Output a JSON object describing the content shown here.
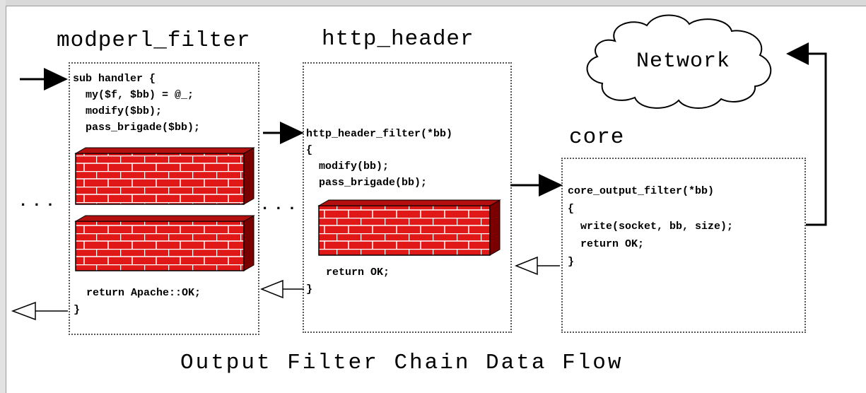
{
  "filters": {
    "modperl": {
      "title": "modperl_filter",
      "code": "sub handler {\n  my($f, $bb) = @_;\n  modify($bb);\n  pass_brigade($bb);",
      "return_line": "  return Apache::OK;",
      "close_brace": "}"
    },
    "http_header": {
      "title": "http_header",
      "code": "http_header_filter(*bb)\n{\n  modify(bb);\n  pass_brigade(bb);",
      "return_line": "return OK;",
      "close_brace": "}"
    },
    "core": {
      "title": "core",
      "code": "core_output_filter(*bb)\n{\n  write(socket, bb, size);\n  return OK;\n}"
    }
  },
  "network": {
    "label": "Network"
  },
  "ellipsis_left": "...",
  "ellipsis_mid": "...",
  "caption": "Output Filter Chain Data Flow",
  "colors": {
    "brick": "#e01818",
    "brick_shadow": "#7a0000",
    "mortar": "#ffffff",
    "box_border": "#555555",
    "arrow": "#000000"
  },
  "icons": [
    "brick-wall-icon",
    "cloud-icon",
    "solid-arrow-icon",
    "hollow-arrow-icon"
  ]
}
